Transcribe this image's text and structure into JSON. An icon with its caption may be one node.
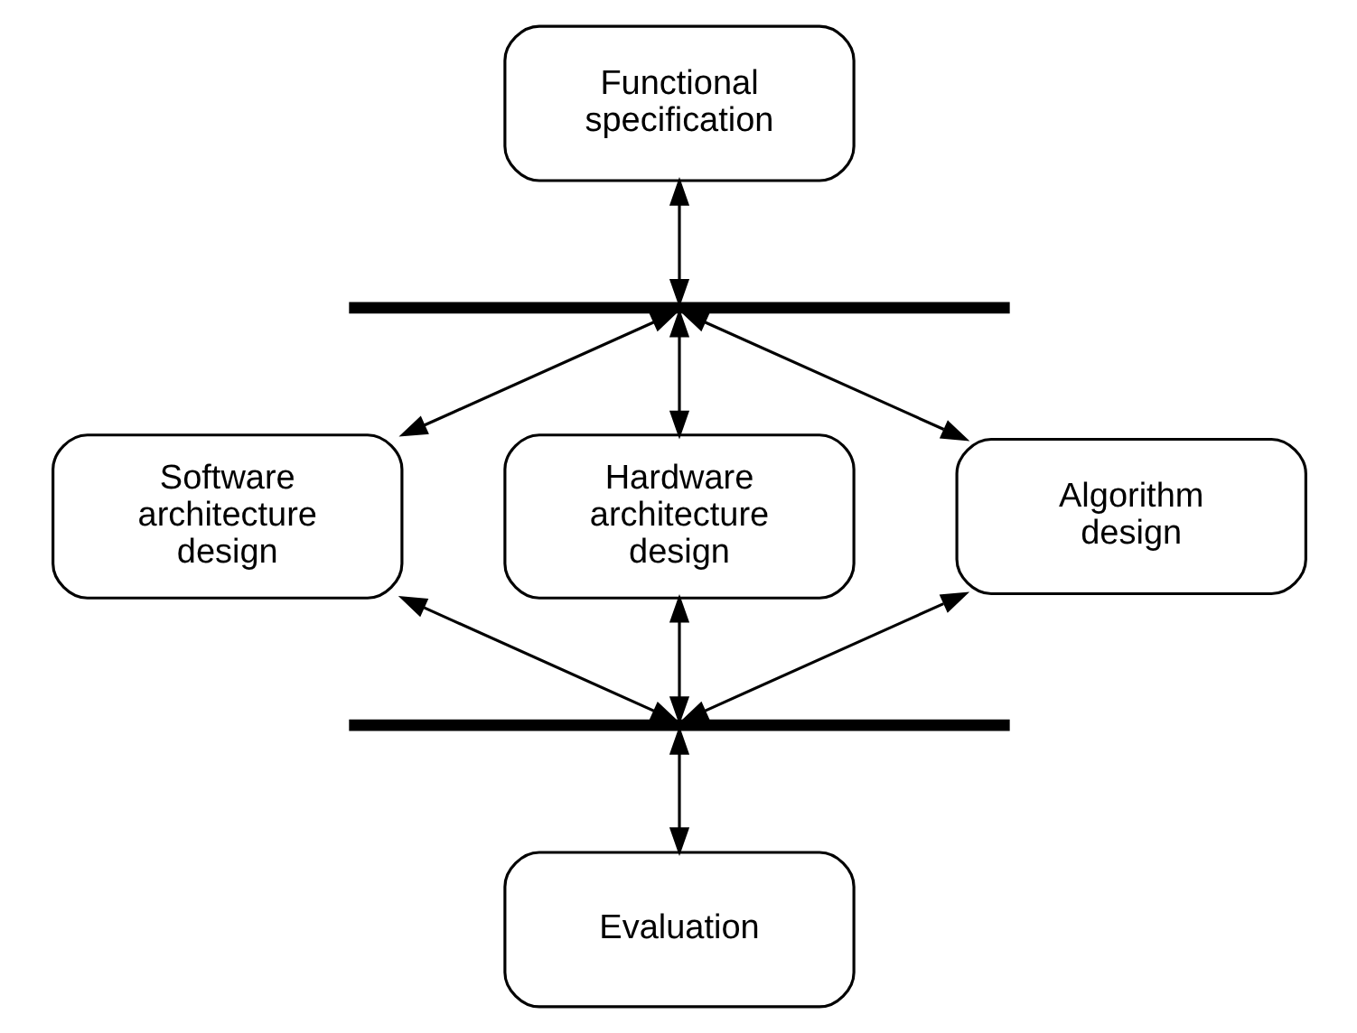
{
  "diagram": {
    "nodes": [
      {
        "text": [
          "Functional specification"
        ]
      },
      {
        "text": [],
        "shape": "bar"
      },
      {
        "text": [
          "Software architecture design"
        ]
      },
      {
        "text": [
          "Hardware architecture design"
        ]
      },
      {
        "text": [
          "Algorithm design"
        ]
      },
      {
        "text": [],
        "shape": "bar"
      },
      {
        "text": [
          "Evaluation"
        ]
      }
    ],
    "edges": [
      {
        "from": 0,
        "to": 1,
        "arrow": "both"
      },
      {
        "from": 1,
        "to": 2,
        "arrow": "both"
      },
      {
        "from": 1,
        "to": 3,
        "arrow": "both"
      },
      {
        "from": 1,
        "to": 4,
        "arrow": "both"
      },
      {
        "from": 2,
        "to": 5,
        "arrow": "both"
      },
      {
        "from": 3,
        "to": 5,
        "arrow": "both"
      },
      {
        "from": 4,
        "to": 5,
        "arrow": "both"
      },
      {
        "from": 5,
        "to": 6,
        "arrow": "both"
      }
    ]
  }
}
